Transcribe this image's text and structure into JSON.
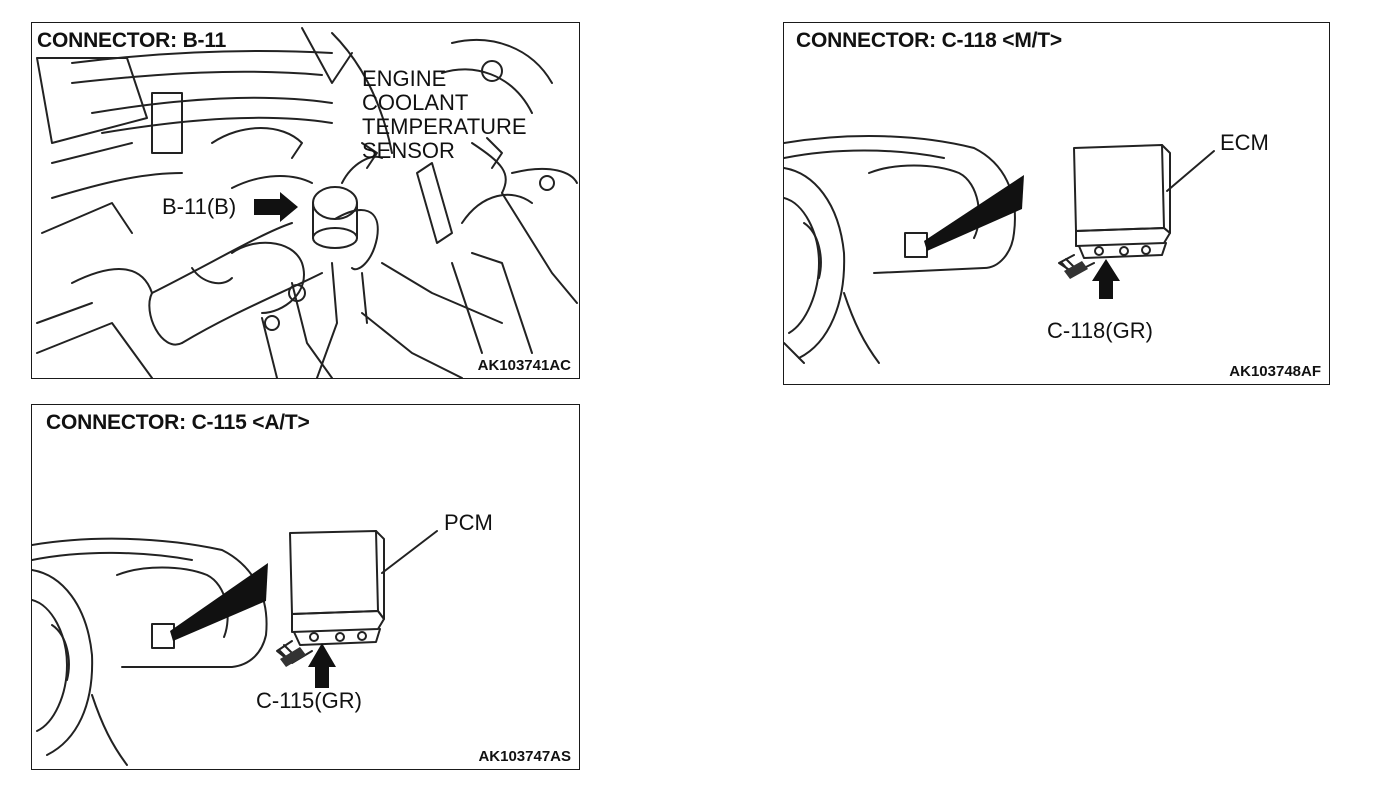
{
  "panels": [
    {
      "title": "CONNECTOR: B-11",
      "code": "AK103741AC",
      "sensor_label": [
        "ENGINE",
        "COOLANT",
        "TEMPERATURE",
        "SENSOR"
      ],
      "connector_label": "B-11(B)"
    },
    {
      "title": "CONNECTOR: C-118 <M/T>",
      "code": "AK103748AF",
      "module_label": "ECM",
      "connector_label": "C-118(GR)"
    },
    {
      "title": "CONNECTOR: C-115 <A/T>",
      "code": "AK103747AS",
      "module_label": "PCM",
      "connector_label": "C-115(GR)"
    }
  ]
}
